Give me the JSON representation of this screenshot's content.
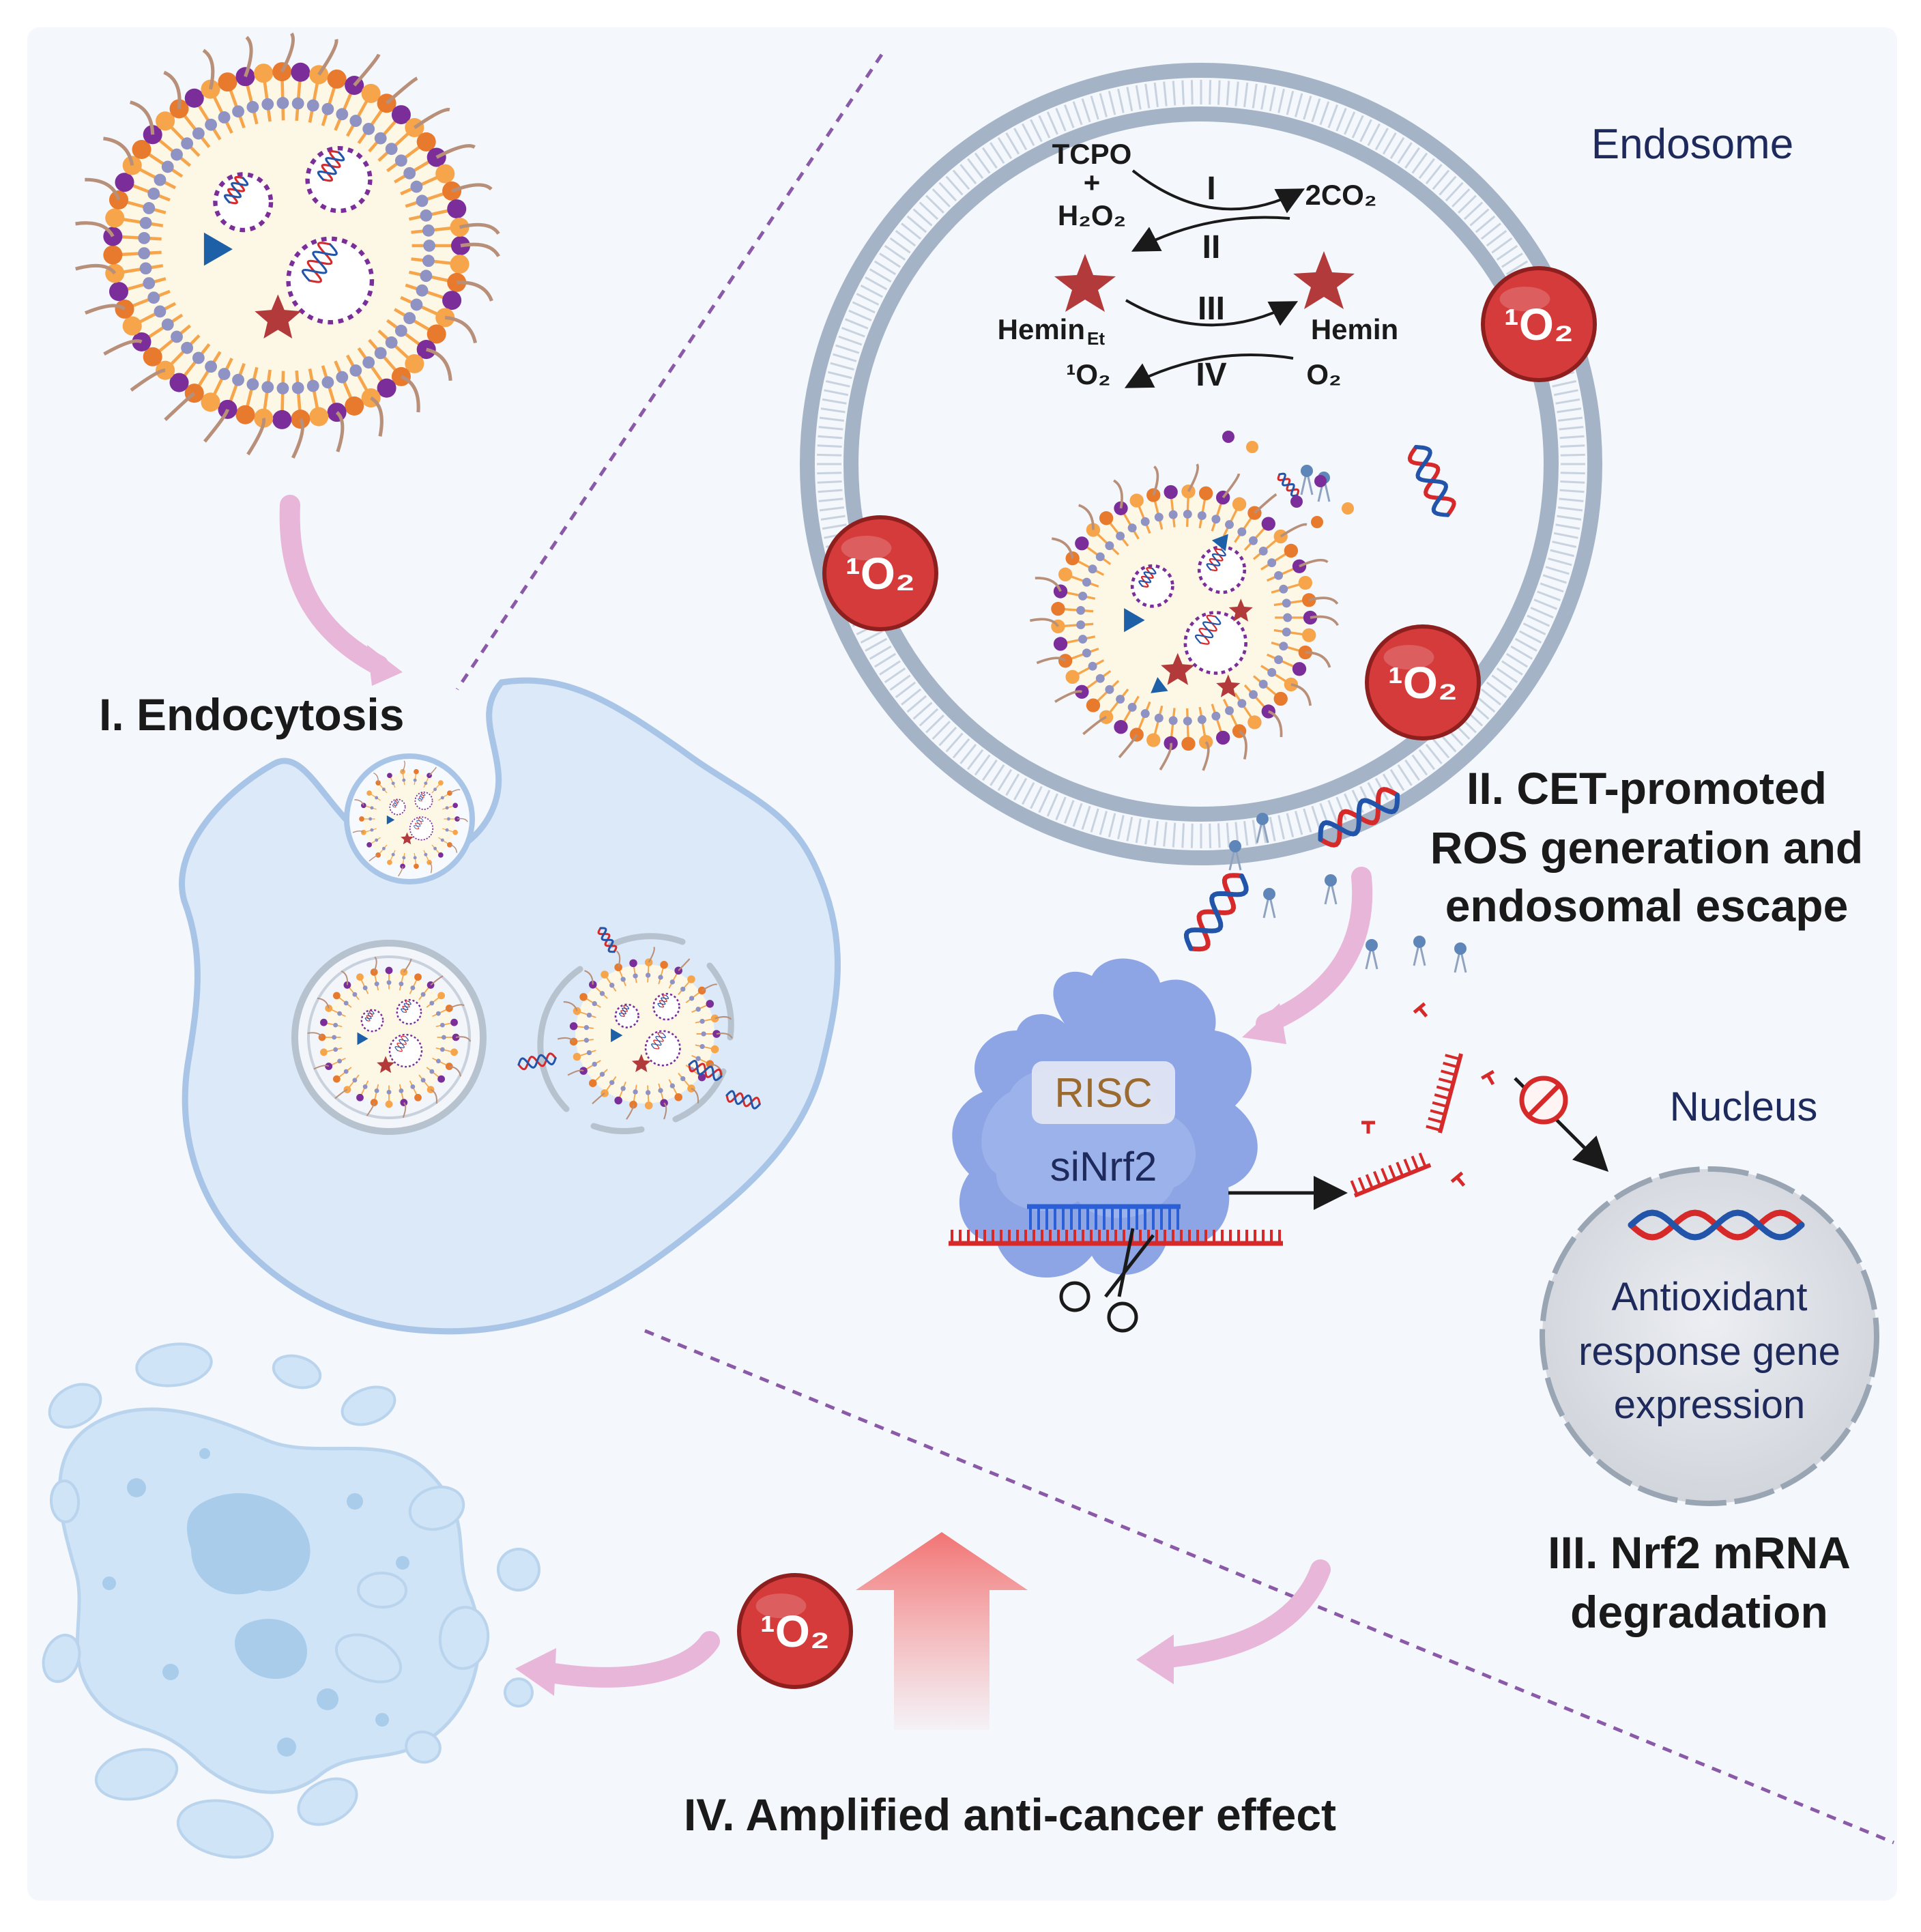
{
  "steps": {
    "endocytosis": "I. Endocytosis",
    "cet_line1": "II. CET-promoted",
    "cet_line2": "ROS generation and",
    "cet_line3": "endosomal escape",
    "nrf2_line1": "III. Nrf2 mRNA",
    "nrf2_line2": "degradation",
    "amplified": "IV. Amplified anti-cancer effect"
  },
  "labels": {
    "endosome": "Endosome",
    "nucleus": "Nucleus",
    "risc": "RISC",
    "sinrf2": "siNrf2",
    "antioxidant_line1": "Antioxidant",
    "antioxidant_line2": "response gene",
    "antioxidant_line3": "expression",
    "singlet_oxygen": "¹O₂"
  },
  "reaction": {
    "tcpo": "TCPO",
    "plus": "+",
    "h2o2": "H₂O₂",
    "co2": "2CO₂",
    "hemin_et": "Hemin",
    "hemin_et_sub": "Et",
    "hemin": "Hemin",
    "o2_singlet": "¹O₂",
    "o2": "O₂",
    "step_i": "I",
    "step_ii": "II",
    "step_iii": "III",
    "step_iv": "IV"
  },
  "colors": {
    "background": "#f4f7fc",
    "membrane": "#a4b4c6",
    "cell_fill": "#dce9f8",
    "cell_stroke": "#a8c4e6",
    "singlet_oxygen": "#d63b3b",
    "dna_red": "#d62a2a",
    "dna_blue": "#2255aa",
    "arrow_pink": "#e8b6d8",
    "dashed": "#8a5aa8",
    "risc_blue": "#7a97e0",
    "lipid_purple": "#7b2e9a",
    "lipid_orange": "#f6a54a",
    "star_red": "#b23a3a",
    "triangle_blue": "#1e60a8"
  }
}
